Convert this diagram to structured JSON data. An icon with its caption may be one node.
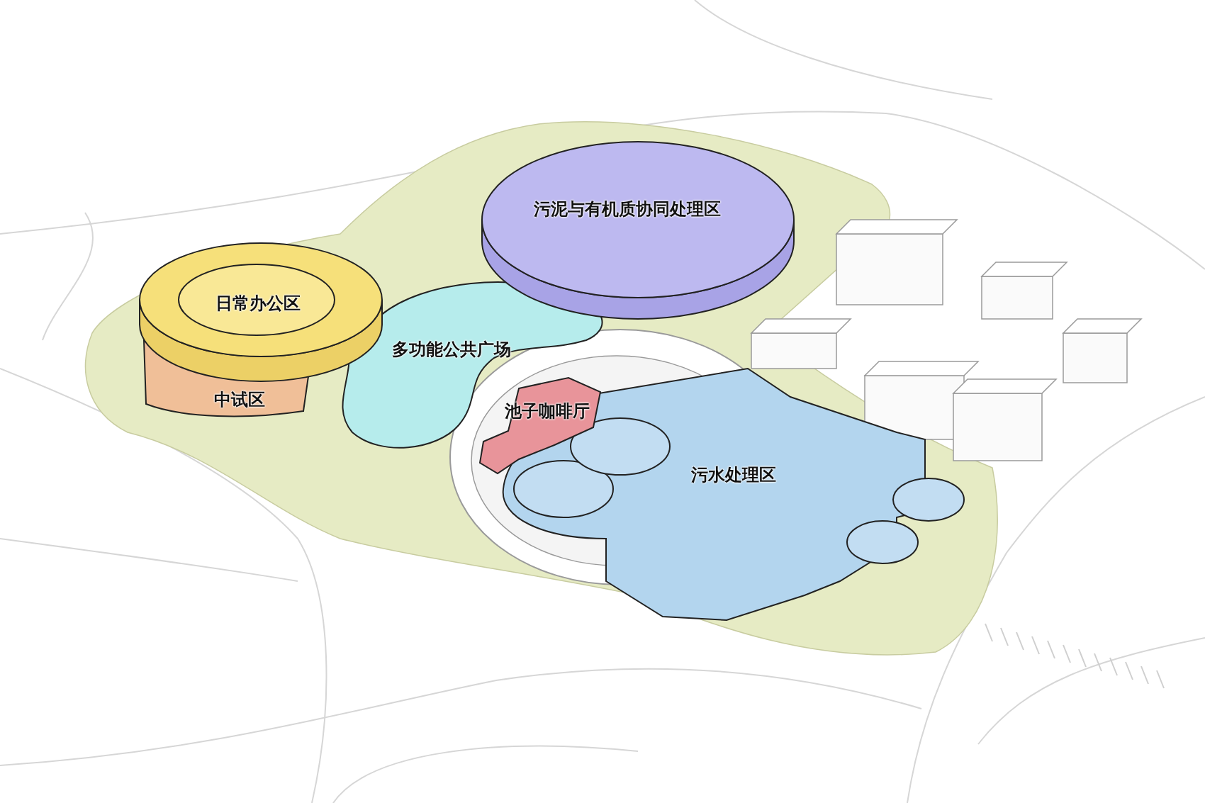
{
  "diagram": {
    "nodes": [
      {
        "text": [
          "污泥与有机质协同处理区"
        ]
      },
      {
        "text": [
          "日常办公区"
        ]
      },
      {
        "text": [
          "多功能公共广场"
        ]
      },
      {
        "text": [
          "中试区"
        ]
      },
      {
        "text": [
          "池子咖啡厅"
        ]
      },
      {
        "text": [
          "污水处理区"
        ]
      }
    ]
  }
}
